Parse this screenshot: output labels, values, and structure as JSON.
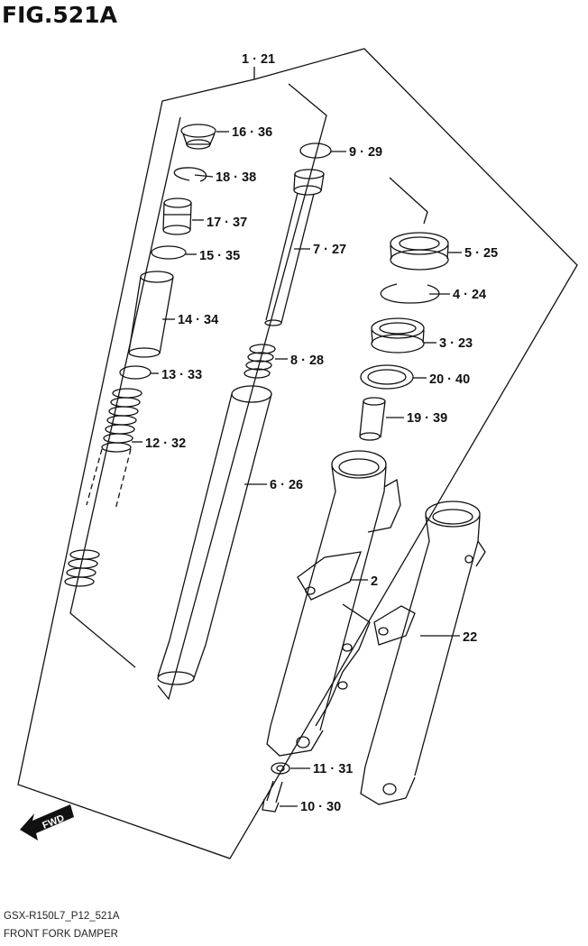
{
  "figure": {
    "title": "FIG.521A",
    "code": "GSX-R150L7_P12_521A",
    "caption": "FRONT FORK DAMPER"
  },
  "direction_badge": "FWD",
  "callouts": [
    {
      "id": "c1",
      "label": "1 · 21"
    },
    {
      "id": "c16",
      "label": "16 · 36"
    },
    {
      "id": "c18",
      "label": "18 · 38"
    },
    {
      "id": "c17",
      "label": "17 · 37"
    },
    {
      "id": "c15",
      "label": "15 · 35"
    },
    {
      "id": "c14",
      "label": "14 · 34"
    },
    {
      "id": "c13",
      "label": "13 · 33"
    },
    {
      "id": "c12",
      "label": "12 · 32"
    },
    {
      "id": "c9",
      "label": "9 · 29"
    },
    {
      "id": "c7",
      "label": "7 · 27"
    },
    {
      "id": "c8",
      "label": "8 · 28"
    },
    {
      "id": "c6",
      "label": "6 · 26"
    },
    {
      "id": "c5",
      "label": "5 · 25"
    },
    {
      "id": "c4",
      "label": "4 · 24"
    },
    {
      "id": "c3",
      "label": "3 · 23"
    },
    {
      "id": "c20",
      "label": "20 · 40"
    },
    {
      "id": "c19",
      "label": "19 · 39"
    },
    {
      "id": "c2",
      "label": "2"
    },
    {
      "id": "c22",
      "label": "22"
    },
    {
      "id": "c11",
      "label": "11 · 31"
    },
    {
      "id": "c10",
      "label": "10 · 30"
    }
  ]
}
